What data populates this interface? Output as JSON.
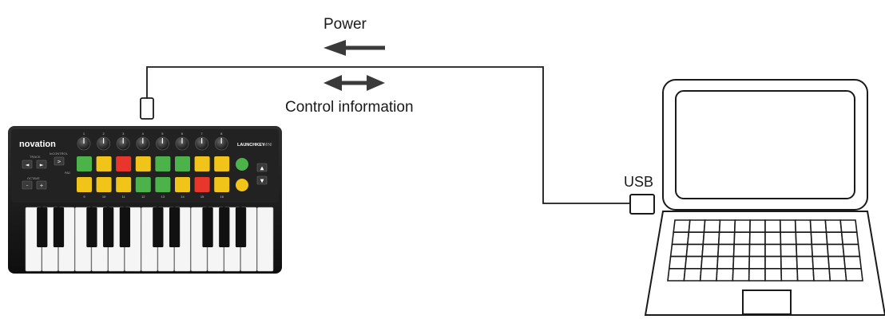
{
  "labels": {
    "power": "Power",
    "control": "Control information",
    "usb": "USB"
  },
  "controller": {
    "brand": "novation",
    "model": "LAUNCHKEY",
    "model_suffix": "MINI",
    "section_incontrol": "InCONTROL",
    "track_label": "TRACK",
    "octave_label": "OCTAVE",
    "pad_label": "PAD\nCHANNEL",
    "knob_numbers": [
      "1",
      "2",
      "3",
      "4",
      "5",
      "6",
      "7",
      "8"
    ],
    "pad_numbers_top": [],
    "pad_numbers_bottom": [
      "9",
      "10",
      "11",
      "12",
      "13",
      "14",
      "15",
      "16"
    ],
    "button_glyphs": {
      "track_left": "◄",
      "track_right": "►",
      "octave_down": "–",
      "octave_up": "+",
      "incontrol": ">",
      "scene_up": "▲",
      "scene_down": "▼"
    },
    "top_pad_colors": [
      "#4bb34a",
      "#f0c419",
      "#e8362c",
      "#f0c419",
      "#4bb34a",
      "#4bb34a",
      "#f0c419",
      "#f0c419"
    ],
    "bottom_pad_colors": [
      "#f0c419",
      "#f0c419",
      "#f0c419",
      "#4bb34a",
      "#4bb34a",
      "#f0c419",
      "#e8362c",
      "#f0c419"
    ],
    "round_button_colors": [
      "#4bb34a",
      "#f0c419"
    ]
  },
  "colors": {
    "line": "#1a1a1a",
    "arrow": "#3a3a3a",
    "body": "#1c1c1c"
  },
  "icons": {
    "power_arrow": "left-arrow-icon",
    "control_arrow": "double-arrow-icon",
    "usb_plug": "usb-plug-icon",
    "laptop": "laptop-icon"
  }
}
